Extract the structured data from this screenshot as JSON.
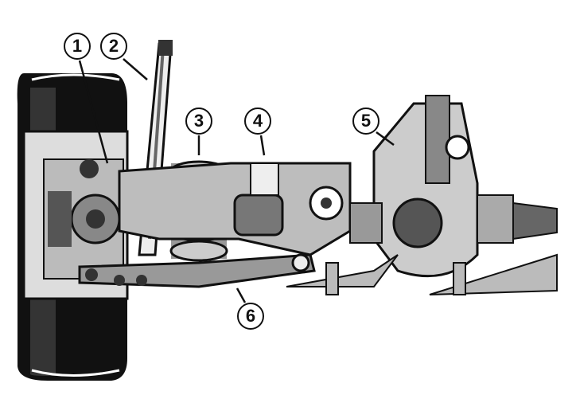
{
  "diagram": {
    "subject": "suspension-and-differential-cutaway",
    "callouts": [
      {
        "label": "1"
      },
      {
        "label": "2"
      },
      {
        "label": "3"
      },
      {
        "label": "4"
      },
      {
        "label": "5"
      },
      {
        "label": "6"
      }
    ],
    "colors": {
      "ink": "#111111",
      "paper": "#ffffff",
      "mid": "#7a7a7a",
      "light": "#c8c8c8"
    }
  }
}
